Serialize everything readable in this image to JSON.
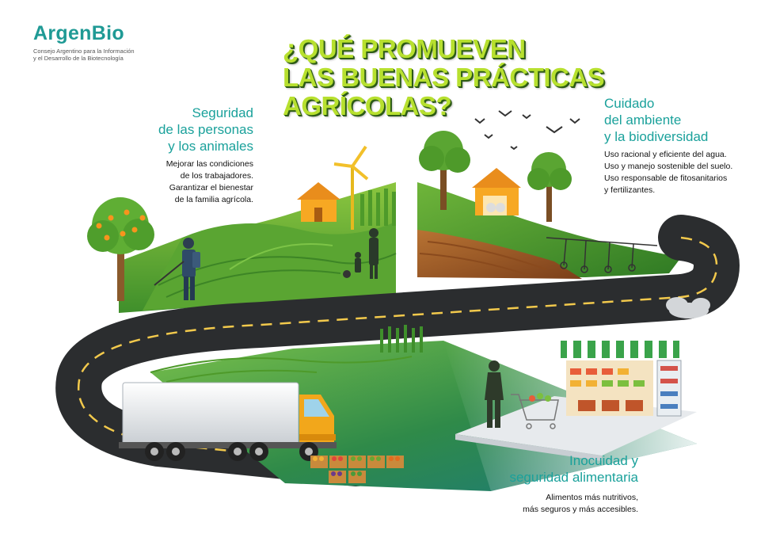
{
  "logo": {
    "name": "ArgenBio",
    "subtitle_line1": "Consejo Argentino para la Información",
    "subtitle_line2": "y el Desarrollo de la Biotecnología"
  },
  "title": {
    "line1": "¿QUÉ PROMUEVEN",
    "line2": "LAS BUENAS PRÁCTICAS",
    "line3": "AGRÍCOLAS?"
  },
  "sections": {
    "personas": {
      "heading_line1": "Seguridad",
      "heading_line2": "de las personas",
      "heading_line3": "y los animales",
      "body_line1": "Mejorar las condiciones",
      "body_line2": "de los trabajadores.",
      "body_line3": "Garantizar el bienestar",
      "body_line4": "de la familia agrícola."
    },
    "ambiente": {
      "heading_line1": "Cuidado",
      "heading_line2": "del ambiente",
      "heading_line3": "y la biodiversidad",
      "body_line1": "Uso racional y eficiente del agua.",
      "body_line2": "Uso y manejo sostenible del suelo.",
      "body_line3": "Uso responsable de fitosanitarios",
      "body_line4": "y fertilizantes."
    },
    "alimentaria": {
      "heading_line1": "Inocuidad y",
      "heading_line2": "seguridad alimentaria",
      "body_line1": "Alimentos más nutritivos,",
      "body_line2": "más seguros y más accesibles."
    }
  },
  "colors": {
    "brand_teal": "#1aa19b",
    "title_green": "#b7e02f",
    "road": "#2b2d2f",
    "field_green": "#6fb53a",
    "soil": "#9a5a2a",
    "truck_cab": "#f2a71b"
  },
  "icons": [
    "tree-icon",
    "house-icon",
    "wind-turbine-icon",
    "farmer-sprayer-icon",
    "family-icon",
    "birds-icon",
    "irrigation-pivot-icon",
    "truck-icon",
    "produce-crates-icon",
    "shopper-cart-icon",
    "market-stall-icon",
    "cloud-icon"
  ]
}
